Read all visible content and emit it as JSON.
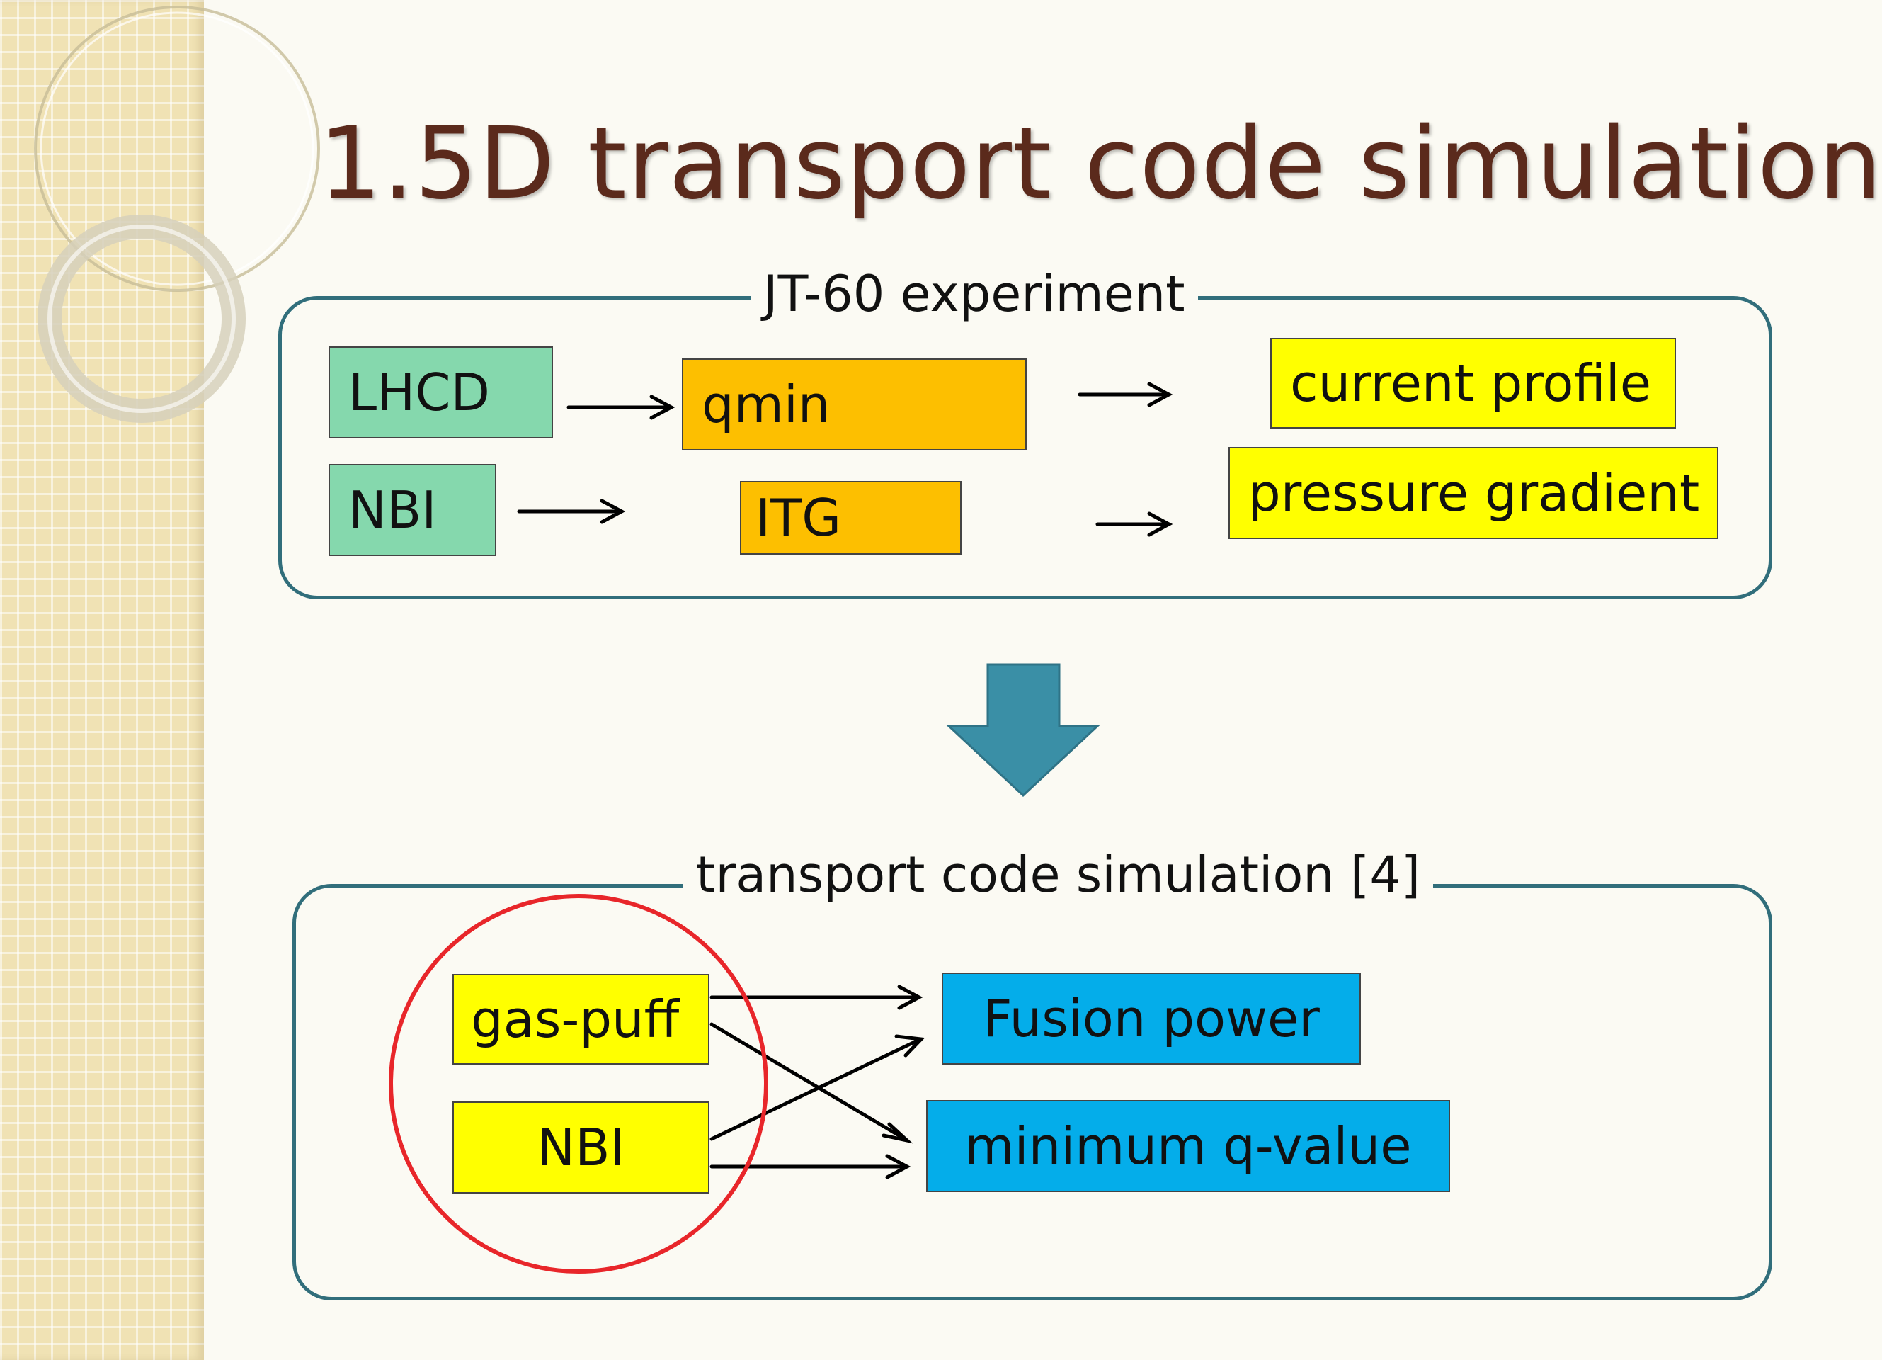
{
  "slide": {
    "title": "1.5D transport code simulation",
    "theme_colors": {
      "title": "#5b2a1c",
      "panel_border": "#316e7b",
      "arrow_fill": "#3a8fa6",
      "circle": "#e8262a"
    }
  },
  "experiment_panel": {
    "label": "JT-60 experiment",
    "nodes": {
      "lhcd": {
        "label": "LHCD",
        "color": "#85d8ad"
      },
      "nbi": {
        "label": "NBI",
        "color": "#85d8ad"
      },
      "qmin": {
        "label": "qmin",
        "color": "#fdbf00"
      },
      "itg": {
        "label": "ITG",
        "color": "#fdbf00"
      },
      "current_profile": {
        "label": "current profile",
        "color": "#ffff00"
      },
      "pressure_gradient": {
        "label": "pressure gradient",
        "color": "#ffff00"
      }
    }
  },
  "simulation_panel": {
    "label": "transport code simulation [4]",
    "nodes": {
      "gas_puff": {
        "label": "gas-puff",
        "color": "#ffff00"
      },
      "nbi": {
        "label": "NBI",
        "color": "#ffff00"
      },
      "fusion_power": {
        "label": "Fusion power",
        "color": "#04adea"
      },
      "min_q": {
        "label": "minimum q-value",
        "color": "#04adea"
      }
    }
  }
}
